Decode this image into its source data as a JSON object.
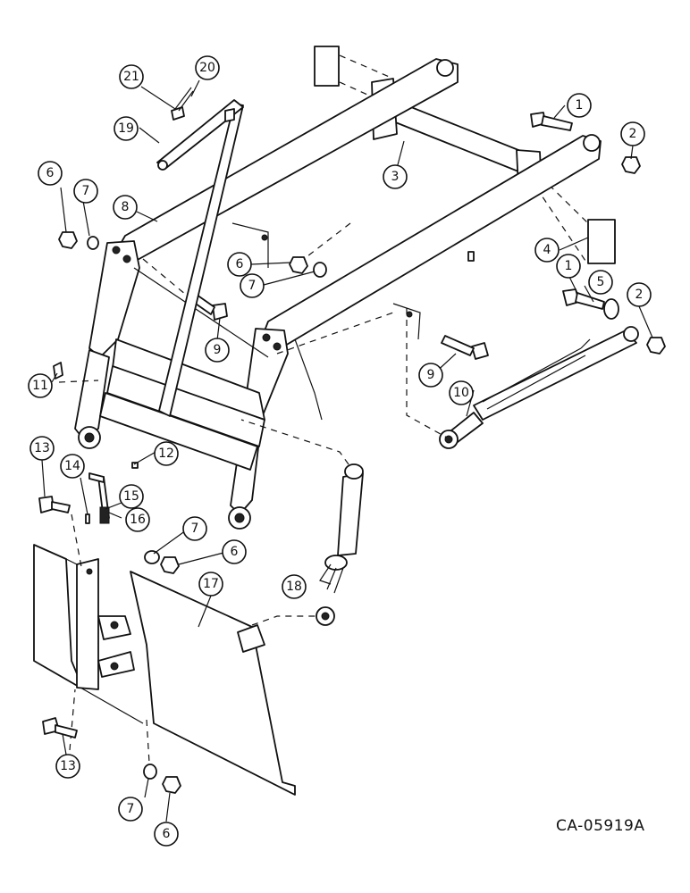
{
  "drawing_code": "CA-05919A",
  "callouts": [
    {
      "id": "c1a",
      "label": "1"
    },
    {
      "id": "c1b",
      "label": "1"
    },
    {
      "id": "c2a",
      "label": "2"
    },
    {
      "id": "c2b",
      "label": "2"
    },
    {
      "id": "c3",
      "label": "3"
    },
    {
      "id": "c4",
      "label": "4"
    },
    {
      "id": "c5",
      "label": "5"
    },
    {
      "id": "c6a",
      "label": "6"
    },
    {
      "id": "c6b",
      "label": "6"
    },
    {
      "id": "c6c",
      "label": "6"
    },
    {
      "id": "c6d",
      "label": "6"
    },
    {
      "id": "c7a",
      "label": "7"
    },
    {
      "id": "c7b",
      "label": "7"
    },
    {
      "id": "c7c",
      "label": "7"
    },
    {
      "id": "c7d",
      "label": "7"
    },
    {
      "id": "c8",
      "label": "8"
    },
    {
      "id": "c9a",
      "label": "9"
    },
    {
      "id": "c9b",
      "label": "9"
    },
    {
      "id": "c10",
      "label": "10"
    },
    {
      "id": "c11",
      "label": "11"
    },
    {
      "id": "c12",
      "label": "12"
    },
    {
      "id": "c13a",
      "label": "13"
    },
    {
      "id": "c13b",
      "label": "13"
    },
    {
      "id": "c14",
      "label": "14"
    },
    {
      "id": "c15",
      "label": "15"
    },
    {
      "id": "c16",
      "label": "16"
    },
    {
      "id": "c17",
      "label": "17"
    },
    {
      "id": "c18",
      "label": "18"
    },
    {
      "id": "c19",
      "label": "19"
    },
    {
      "id": "c20",
      "label": "20"
    },
    {
      "id": "c21",
      "label": "21"
    }
  ]
}
